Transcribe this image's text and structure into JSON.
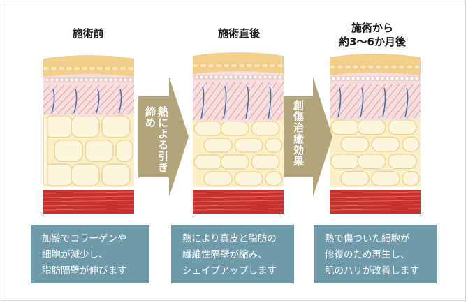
{
  "stages": [
    {
      "title_lines": [
        "施術前"
      ],
      "caption_lines": [
        "加齢でコラーゲンや",
        "細胞が減少し、",
        "脂肪隔壁が伸びます"
      ]
    },
    {
      "title_lines": [
        "施術直後"
      ],
      "caption_lines": [
        "熱により真皮と脂肪の",
        "繊維性隔壁が縮み、",
        "シェイプアップします"
      ]
    },
    {
      "title_lines": [
        "施術から",
        "約3～6か月後"
      ],
      "caption_lines": [
        "熱で傷ついた細胞が",
        "修復のため再生し、",
        "肌のハリが改善します"
      ]
    }
  ],
  "arrows": [
    {
      "label_lines": [
        "熱による",
        "引き締め"
      ]
    },
    {
      "label_lines": [
        "創傷治癒効果"
      ]
    }
  ],
  "colors": {
    "arrow": "#b3a57b",
    "caption_bg": "#6f9aaa",
    "fat": "#fbefc8",
    "fat_outline": "#e9cf8f",
    "muscle": "#c8322c",
    "epidermis": "#f3cf8c",
    "dermis": "#f7dede",
    "collagen": "#d66a6a",
    "vessel_blue": "#3a73b4"
  }
}
